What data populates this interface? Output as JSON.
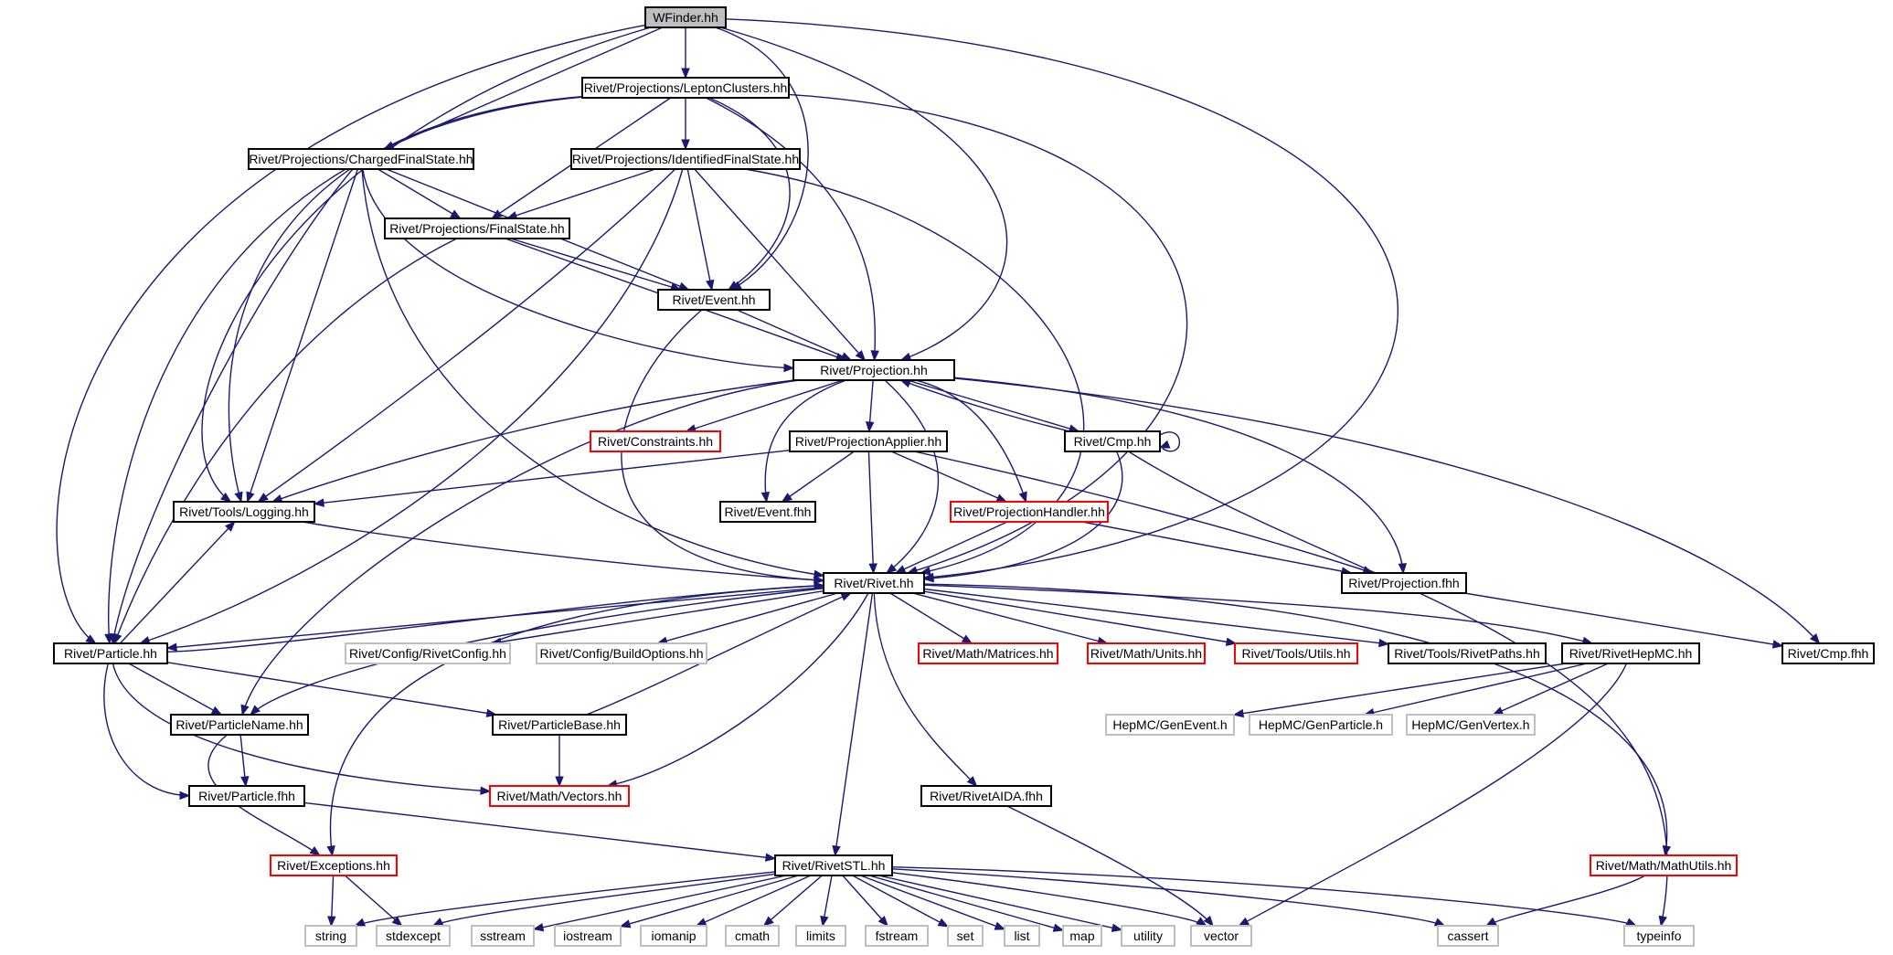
{
  "diagram": {
    "nodes": [
      {
        "id": "wfinder",
        "label": "WFinder.hh",
        "kind": "root"
      },
      {
        "id": "leptonclusters",
        "label": "Rivet/Projections/LeptonClusters.hh",
        "kind": "normal"
      },
      {
        "id": "chargedfs",
        "label": "Rivet/Projections/ChargedFinalState.hh",
        "kind": "normal"
      },
      {
        "id": "identifiedfs",
        "label": "Rivet/Projections/IdentifiedFinalState.hh",
        "kind": "normal"
      },
      {
        "id": "finalstate",
        "label": "Rivet/Projections/FinalState.hh",
        "kind": "normal"
      },
      {
        "id": "event",
        "label": "Rivet/Event.hh",
        "kind": "normal"
      },
      {
        "id": "projection",
        "label": "Rivet/Projection.hh",
        "kind": "normal"
      },
      {
        "id": "constraints",
        "label": "Rivet/Constraints.hh",
        "kind": "truncated"
      },
      {
        "id": "projapplier",
        "label": "Rivet/ProjectionApplier.hh",
        "kind": "normal"
      },
      {
        "id": "cmp",
        "label": "Rivet/Cmp.hh",
        "kind": "normal"
      },
      {
        "id": "logging",
        "label": "Rivet/Tools/Logging.hh",
        "kind": "normal"
      },
      {
        "id": "eventfhh",
        "label": "Rivet/Event.fhh",
        "kind": "normal"
      },
      {
        "id": "projhandler",
        "label": "Rivet/ProjectionHandler.hh",
        "kind": "truncated"
      },
      {
        "id": "rivet",
        "label": "Rivet/Rivet.hh",
        "kind": "normal"
      },
      {
        "id": "projfhh",
        "label": "Rivet/Projection.fhh",
        "kind": "normal"
      },
      {
        "id": "particle",
        "label": "Rivet/Particle.hh",
        "kind": "normal"
      },
      {
        "id": "rivetconfig",
        "label": "Rivet/Config/RivetConfig.hh",
        "kind": "external"
      },
      {
        "id": "buildoptions",
        "label": "Rivet/Config/BuildOptions.hh",
        "kind": "external"
      },
      {
        "id": "matrices",
        "label": "Rivet/Math/Matrices.hh",
        "kind": "truncated"
      },
      {
        "id": "units",
        "label": "Rivet/Math/Units.hh",
        "kind": "truncated"
      },
      {
        "id": "utils",
        "label": "Rivet/Tools/Utils.hh",
        "kind": "truncated"
      },
      {
        "id": "rivetpaths",
        "label": "Rivet/Tools/RivetPaths.hh",
        "kind": "normal"
      },
      {
        "id": "rivethepmc",
        "label": "Rivet/RivetHepMC.hh",
        "kind": "normal"
      },
      {
        "id": "cmpfhh",
        "label": "Rivet/Cmp.fhh",
        "kind": "normal"
      },
      {
        "id": "particlename",
        "label": "Rivet/ParticleName.hh",
        "kind": "normal"
      },
      {
        "id": "particlebase",
        "label": "Rivet/ParticleBase.hh",
        "kind": "normal"
      },
      {
        "id": "genevent",
        "label": "HepMC/GenEvent.h",
        "kind": "external"
      },
      {
        "id": "genparticle",
        "label": "HepMC/GenParticle.h",
        "kind": "external"
      },
      {
        "id": "genvertex",
        "label": "HepMC/GenVertex.h",
        "kind": "external"
      },
      {
        "id": "particlefhh",
        "label": "Rivet/Particle.fhh",
        "kind": "normal"
      },
      {
        "id": "vectors",
        "label": "Rivet/Math/Vectors.hh",
        "kind": "truncated"
      },
      {
        "id": "rivetaida",
        "label": "Rivet/RivetAIDA.fhh",
        "kind": "normal"
      },
      {
        "id": "exceptions",
        "label": "Rivet/Exceptions.hh",
        "kind": "truncated"
      },
      {
        "id": "rivetstl",
        "label": "Rivet/RivetSTL.hh",
        "kind": "normal"
      },
      {
        "id": "mathutils",
        "label": "Rivet/Math/MathUtils.hh",
        "kind": "truncated"
      },
      {
        "id": "string",
        "label": "string",
        "kind": "external"
      },
      {
        "id": "stdexcept",
        "label": "stdexcept",
        "kind": "external"
      },
      {
        "id": "sstream",
        "label": "sstream",
        "kind": "external"
      },
      {
        "id": "iostream",
        "label": "iostream",
        "kind": "external"
      },
      {
        "id": "iomanip",
        "label": "iomanip",
        "kind": "external"
      },
      {
        "id": "cmath",
        "label": "cmath",
        "kind": "external"
      },
      {
        "id": "limits",
        "label": "limits",
        "kind": "external"
      },
      {
        "id": "fstream",
        "label": "fstream",
        "kind": "external"
      },
      {
        "id": "set",
        "label": "set",
        "kind": "external"
      },
      {
        "id": "list",
        "label": "list",
        "kind": "external"
      },
      {
        "id": "map",
        "label": "map",
        "kind": "external"
      },
      {
        "id": "utility",
        "label": "utility",
        "kind": "external"
      },
      {
        "id": "vector",
        "label": "vector",
        "kind": "external"
      },
      {
        "id": "cassert",
        "label": "cassert",
        "kind": "external"
      },
      {
        "id": "typeinfo",
        "label": "typeinfo",
        "kind": "external"
      }
    ],
    "edges": [
      [
        "wfinder",
        "leptonclusters"
      ],
      [
        "wfinder",
        "chargedfs"
      ],
      [
        "wfinder",
        "logging"
      ],
      [
        "wfinder",
        "particle"
      ],
      [
        "wfinder",
        "event"
      ],
      [
        "wfinder",
        "projection"
      ],
      [
        "wfinder",
        "rivet"
      ],
      [
        "leptonclusters",
        "finalstate"
      ],
      [
        "leptonclusters",
        "identifiedfs"
      ],
      [
        "leptonclusters",
        "event"
      ],
      [
        "leptonclusters",
        "projection"
      ],
      [
        "leptonclusters",
        "logging"
      ],
      [
        "leptonclusters",
        "particle"
      ],
      [
        "leptonclusters",
        "rivet"
      ],
      [
        "chargedfs",
        "finalstate"
      ],
      [
        "chargedfs",
        "event"
      ],
      [
        "chargedfs",
        "projection"
      ],
      [
        "chargedfs",
        "logging"
      ],
      [
        "chargedfs",
        "particle"
      ],
      [
        "chargedfs",
        "rivet"
      ],
      [
        "identifiedfs",
        "finalstate"
      ],
      [
        "identifiedfs",
        "event"
      ],
      [
        "identifiedfs",
        "projection"
      ],
      [
        "identifiedfs",
        "logging"
      ],
      [
        "identifiedfs",
        "particle"
      ],
      [
        "identifiedfs",
        "rivet"
      ],
      [
        "finalstate",
        "event"
      ],
      [
        "finalstate",
        "projection"
      ],
      [
        "finalstate",
        "particle"
      ],
      [
        "event",
        "projection"
      ],
      [
        "event",
        "rivet"
      ],
      [
        "projection",
        "constraints"
      ],
      [
        "projection",
        "projapplier"
      ],
      [
        "projection",
        "cmp"
      ],
      [
        "projection",
        "logging"
      ],
      [
        "projection",
        "eventfhh"
      ],
      [
        "projection",
        "projhandler"
      ],
      [
        "projection",
        "rivet"
      ],
      [
        "projection",
        "projfhh"
      ],
      [
        "projection",
        "cmpfhh"
      ],
      [
        "projection",
        "particlename"
      ],
      [
        "projapplier",
        "logging"
      ],
      [
        "projapplier",
        "eventfhh"
      ],
      [
        "projapplier",
        "projhandler"
      ],
      [
        "projapplier",
        "rivet"
      ],
      [
        "projapplier",
        "projfhh"
      ],
      [
        "cmp",
        "projection"
      ],
      [
        "cmp",
        "cmp"
      ],
      [
        "cmp",
        "rivet"
      ],
      [
        "cmp",
        "typeinfo"
      ],
      [
        "projhandler",
        "rivet"
      ],
      [
        "projhandler",
        "projfhh"
      ],
      [
        "logging",
        "rivet"
      ],
      [
        "projfhh",
        "cmpfhh"
      ],
      [
        "rivet",
        "particle"
      ],
      [
        "rivet",
        "rivetconfig"
      ],
      [
        "rivet",
        "buildoptions"
      ],
      [
        "rivet",
        "matrices"
      ],
      [
        "rivet",
        "units"
      ],
      [
        "rivet",
        "utils"
      ],
      [
        "rivet",
        "rivetpaths"
      ],
      [
        "rivet",
        "rivethepmc"
      ],
      [
        "rivet",
        "particlename"
      ],
      [
        "rivet",
        "vectors"
      ],
      [
        "rivet",
        "rivetaida"
      ],
      [
        "rivet",
        "exceptions"
      ],
      [
        "rivet",
        "rivetstl"
      ],
      [
        "rivet",
        "mathutils"
      ],
      [
        "particle",
        "rivet"
      ],
      [
        "particle",
        "logging"
      ],
      [
        "particle",
        "particlename"
      ],
      [
        "particle",
        "particlebase"
      ],
      [
        "particle",
        "particlefhh"
      ],
      [
        "particle",
        "vectors"
      ],
      [
        "particlename",
        "particlefhh"
      ],
      [
        "particlename",
        "exceptions"
      ],
      [
        "particlebase",
        "rivet"
      ],
      [
        "particlebase",
        "vectors"
      ],
      [
        "particlefhh",
        "rivetstl"
      ],
      [
        "rivethepmc",
        "genevent"
      ],
      [
        "rivethepmc",
        "genparticle"
      ],
      [
        "rivethepmc",
        "genvertex"
      ],
      [
        "rivethepmc",
        "vector"
      ],
      [
        "rivetaida",
        "vector"
      ],
      [
        "exceptions",
        "string"
      ],
      [
        "exceptions",
        "stdexcept"
      ],
      [
        "rivetstl",
        "string"
      ],
      [
        "rivetstl",
        "stdexcept"
      ],
      [
        "rivetstl",
        "sstream"
      ],
      [
        "rivetstl",
        "iostream"
      ],
      [
        "rivetstl",
        "iomanip"
      ],
      [
        "rivetstl",
        "cmath"
      ],
      [
        "rivetstl",
        "limits"
      ],
      [
        "rivetstl",
        "fstream"
      ],
      [
        "rivetstl",
        "set"
      ],
      [
        "rivetstl",
        "list"
      ],
      [
        "rivetstl",
        "map"
      ],
      [
        "rivetstl",
        "utility"
      ],
      [
        "rivetstl",
        "vector"
      ],
      [
        "rivetstl",
        "cassert"
      ],
      [
        "rivetstl",
        "typeinfo"
      ],
      [
        "mathutils",
        "cassert"
      ]
    ],
    "colors": {
      "edge": "#191970",
      "root_fill": "#bfbfbf",
      "normal_border": "#000000",
      "truncated_border": "#ff0000",
      "external_border": "#bfbfbf",
      "text": "#000000"
    }
  }
}
